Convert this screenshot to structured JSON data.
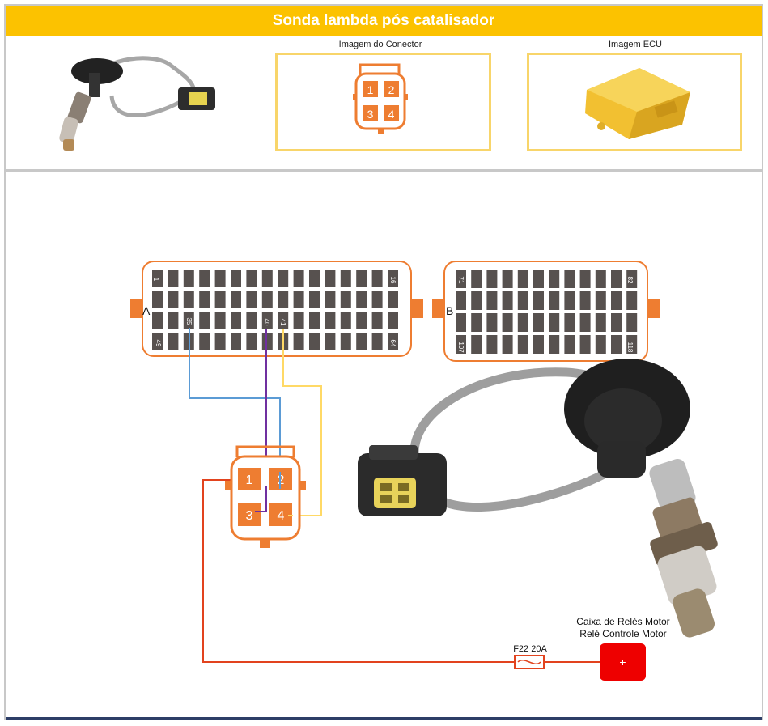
{
  "header": {
    "title": "Sonda lambda pós catalisador"
  },
  "top_panel": {
    "connector_caption": "Imagem do Conector",
    "ecu_caption": "Imagem ECU"
  },
  "connector_pins": [
    "1",
    "2",
    "3",
    "4"
  ],
  "ecu": {
    "connector_a": {
      "label": "A",
      "corner_pins": [
        "1",
        "16",
        "49",
        "64"
      ],
      "used_pins": [
        "35",
        "40",
        "41"
      ]
    },
    "connector_b": {
      "label": "B",
      "corner_pins": [
        "71",
        "82",
        "107",
        "118"
      ]
    }
  },
  "power": {
    "relay_box_line1": "Caixa de Relés Motor",
    "relay_box_line2": "Relé Controle Motor",
    "fuse": "F22 20A",
    "plus_symbol": "+"
  },
  "colors": {
    "title_bar": "#fcc200",
    "connector_orange": "#ee7d31",
    "pin_gray": "#57514f",
    "wire_blue": "#5b9bd5",
    "wire_purple": "#7030a0",
    "wire_yellow": "#ffd966",
    "wire_red": "#e2431e",
    "power_red": "#ee0000",
    "ecu_yellow": "#f2c031"
  }
}
